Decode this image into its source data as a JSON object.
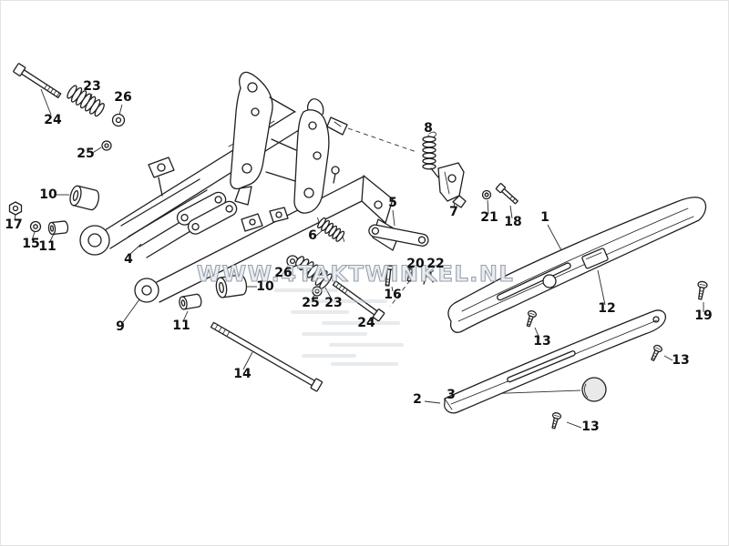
{
  "page": {
    "background": "#ffffff",
    "frame_border": "#e3e3e3"
  },
  "diagram": {
    "watermark": "WWW.4TAKTWINKEL.NL",
    "ink_color": "#1f1f1f",
    "watermark_fill": "#e9edf2",
    "watermark_stroke": "#949ca6",
    "label_color": "#101010"
  },
  "labels": [
    {
      "n": "24"
    },
    {
      "n": "23"
    },
    {
      "n": "26"
    },
    {
      "n": "25"
    },
    {
      "n": "10"
    },
    {
      "n": "17"
    },
    {
      "n": "15"
    },
    {
      "n": "11"
    },
    {
      "n": "4"
    },
    {
      "n": "9"
    },
    {
      "n": "11"
    },
    {
      "n": "10"
    },
    {
      "n": "14"
    },
    {
      "n": "5"
    },
    {
      "n": "6"
    },
    {
      "n": "26"
    },
    {
      "n": "25"
    },
    {
      "n": "23"
    },
    {
      "n": "24"
    },
    {
      "n": "16"
    },
    {
      "n": "20"
    },
    {
      "n": "22"
    },
    {
      "n": "8"
    },
    {
      "n": "7"
    },
    {
      "n": "21"
    },
    {
      "n": "18"
    },
    {
      "n": "1"
    },
    {
      "n": "12"
    },
    {
      "n": "19"
    },
    {
      "n": "13"
    },
    {
      "n": "13"
    },
    {
      "n": "13"
    },
    {
      "n": "2"
    },
    {
      "n": "3"
    }
  ]
}
